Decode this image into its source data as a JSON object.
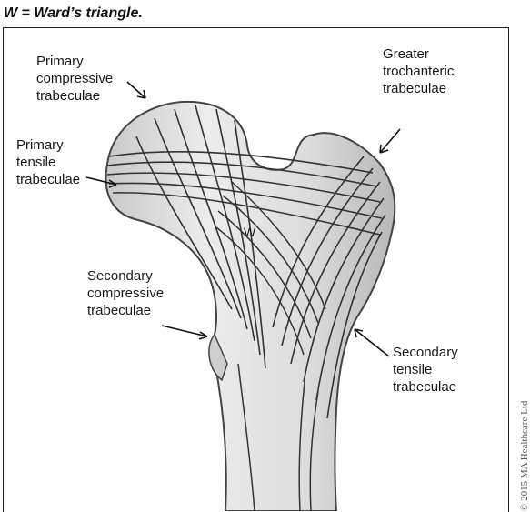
{
  "caption": "W = Ward’s triangle.",
  "labels": {
    "primary_compressive": [
      "Primary",
      "compressive",
      "trabeculae"
    ],
    "primary_tensile": [
      "Primary",
      "tensile",
      "trabeculae"
    ],
    "greater_trochanteric": [
      "Greater",
      "trochanteric",
      "trabeculae"
    ],
    "secondary_compressive": [
      "Secondary",
      "compressive",
      "trabeculae"
    ],
    "secondary_tensile": [
      "Secondary",
      "tensile",
      "trabeculae"
    ],
    "ward_marker": "W"
  },
  "copyright": "© 2015 MA Healthcare Ltd"
}
